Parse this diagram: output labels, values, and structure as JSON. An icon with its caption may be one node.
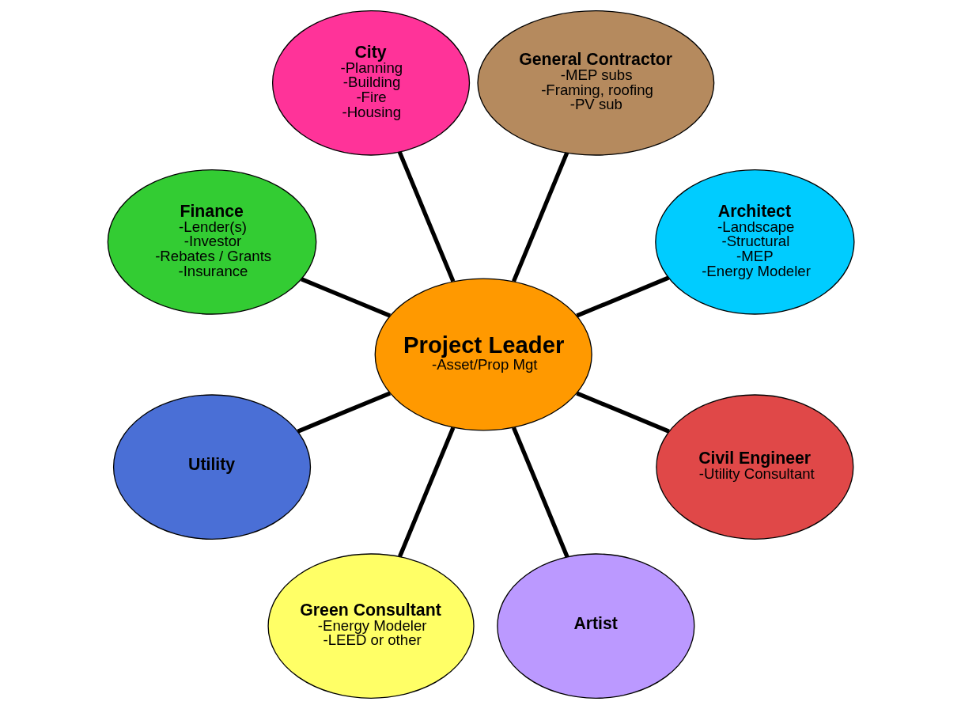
{
  "diagram": {
    "nodes": [
      {
        "text": [
          "Project Leader",
          "-Asset/Prop Mgt"
        ]
      },
      {
        "text": [
          "Architect",
          "-Landscape",
          "-Structural",
          "-MEP",
          "-Energy Modeler"
        ]
      },
      {
        "text": [
          "General Contractor",
          "-MEP subs",
          "-Framing, roofing",
          "-PV sub"
        ]
      },
      {
        "text": [
          "City",
          "-Planning",
          "-Building",
          "-Fire",
          "-Housing"
        ]
      },
      {
        "text": [
          "Finance",
          "-Lender(s)",
          "-Investor",
          "-Rebates / Grants",
          "-Insurance"
        ]
      },
      {
        "text": [
          "Utility"
        ]
      },
      {
        "text": [
          "Green Consultant",
          "-Energy Modeler",
          "-LEED or other"
        ]
      },
      {
        "text": [
          "Artist"
        ]
      },
      {
        "text": [
          "Civil Engineer",
          "-Utility Consultant"
        ]
      }
    ],
    "edges": [
      {
        "from": 0,
        "to": 1,
        "arrow": "none"
      },
      {
        "from": 0,
        "to": 2,
        "arrow": "none"
      },
      {
        "from": 0,
        "to": 3,
        "arrow": "none"
      },
      {
        "from": 0,
        "to": 4,
        "arrow": "none"
      },
      {
        "from": 0,
        "to": 5,
        "arrow": "none"
      },
      {
        "from": 0,
        "to": 6,
        "arrow": "none"
      },
      {
        "from": 0,
        "to": 7,
        "arrow": "none"
      },
      {
        "from": 0,
        "to": 8,
        "arrow": "none"
      }
    ]
  }
}
